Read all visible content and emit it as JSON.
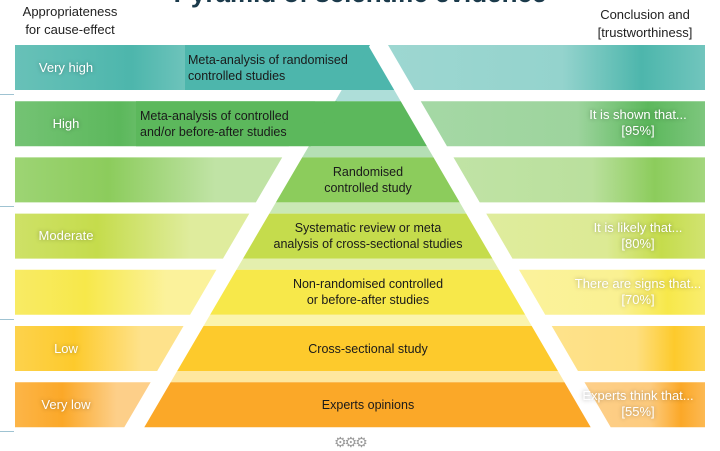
{
  "title": "Pyramid of scientific evidence",
  "header_left": "Appropriateness\nfor cause-effect",
  "header_right": "Conclusion and\n[trustworthiness]",
  "levels": [
    {
      "appropriateness": "Very high",
      "study": "Meta-analysis of randomised\ncontrolled studies",
      "conclusion": "",
      "trust": "",
      "color": "#4db6ac"
    },
    {
      "appropriateness": "High",
      "study": "Meta-analysis of controlled\nand/or before-after studies",
      "conclusion": "It is shown that...",
      "trust": "[95%]",
      "color": "#5cb85c"
    },
    {
      "appropriateness": "",
      "study": "Randomised\ncontrolled study",
      "conclusion": "",
      "trust": "",
      "color": "#8ccc5c"
    },
    {
      "appropriateness": "Moderate",
      "study": "Systematic review or meta\nanalysis of cross-sectional studies",
      "conclusion": "It is likely that...",
      "trust": "[80%]",
      "color": "#c5dc4c"
    },
    {
      "appropriateness": "",
      "study": "Non-randomised controlled\nor before-after studies",
      "conclusion": "There are signs that...",
      "trust": "[70%]",
      "color": "#f7e84a"
    },
    {
      "appropriateness": "Low",
      "study": "Cross-sectional study",
      "conclusion": "",
      "trust": "",
      "color": "#fdca2c"
    },
    {
      "appropriateness": "Very low",
      "study": "Experts opinions",
      "conclusion": "Experts think that...",
      "trust": "[55%]",
      "color": "#fba828"
    }
  ],
  "footer_icon": "gears-icon"
}
